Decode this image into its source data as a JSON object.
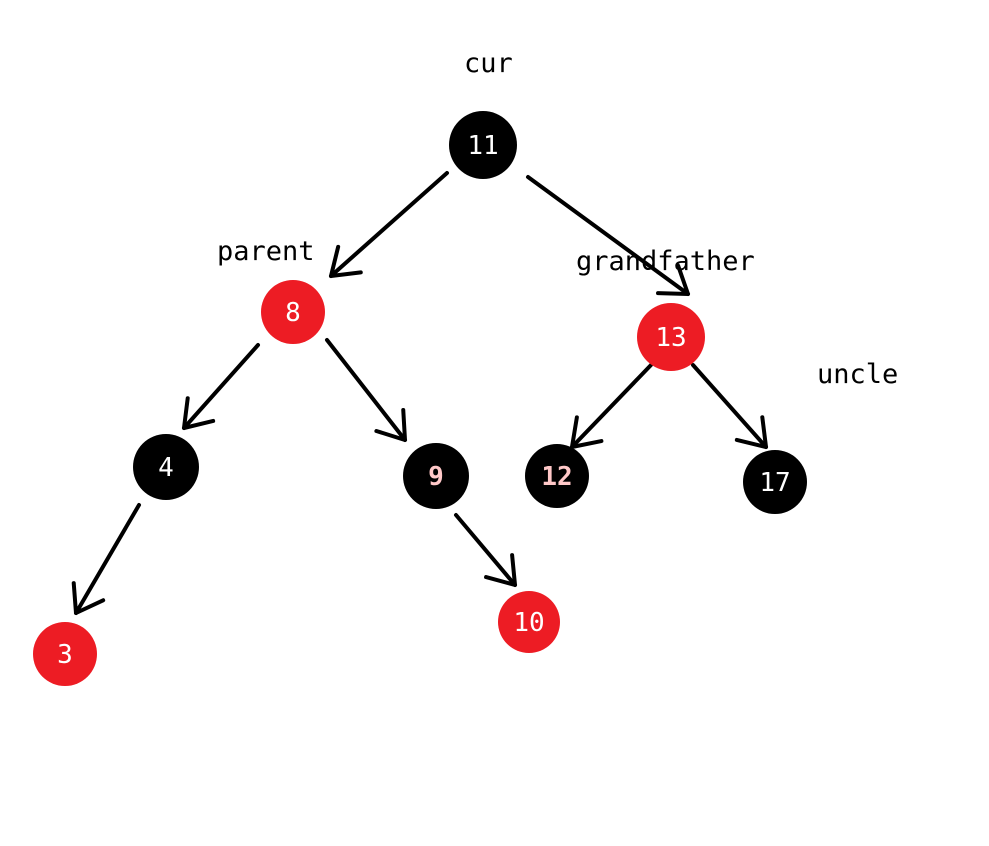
{
  "diagram": {
    "colors": {
      "red": "#ed1c24",
      "black": "#000000",
      "white": "#ffffff",
      "pink": "#ffc8c8"
    },
    "nodes": [
      {
        "id": "n11",
        "value": "11",
        "fill": "black",
        "text": "white"
      },
      {
        "id": "n8",
        "value": "8",
        "fill": "red",
        "text": "white"
      },
      {
        "id": "n13",
        "value": "13",
        "fill": "red",
        "text": "white"
      },
      {
        "id": "n4",
        "value": "4",
        "fill": "black",
        "text": "white"
      },
      {
        "id": "n9",
        "value": "9",
        "fill": "black",
        "text": "pink"
      },
      {
        "id": "n12",
        "value": "12",
        "fill": "black",
        "text": "pink"
      },
      {
        "id": "n17",
        "value": "17",
        "fill": "black",
        "text": "white"
      },
      {
        "id": "n3",
        "value": "3",
        "fill": "red",
        "text": "white"
      },
      {
        "id": "n10",
        "value": "10",
        "fill": "red",
        "text": "white"
      }
    ],
    "edges": [
      {
        "from": "n11",
        "to": "n8"
      },
      {
        "from": "n11",
        "to": "n13"
      },
      {
        "from": "n8",
        "to": "n4"
      },
      {
        "from": "n8",
        "to": "n9"
      },
      {
        "from": "n13",
        "to": "n12"
      },
      {
        "from": "n13",
        "to": "n17"
      },
      {
        "from": "n4",
        "to": "n3"
      },
      {
        "from": "n9",
        "to": "n10"
      }
    ],
    "labels": {
      "cur": "cur",
      "parent": "parent",
      "grandfather": "grandfather",
      "uncle": "uncle"
    }
  }
}
